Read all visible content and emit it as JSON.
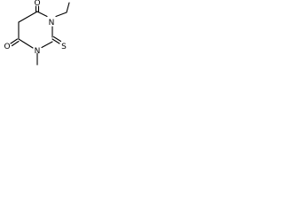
{
  "molecule": {
    "atoms": {
      "o_top": "O",
      "n_ethyl": "N",
      "s_thione": "S",
      "n_methyl": "N",
      "o_bottom": "O"
    },
    "colors": {
      "bond": "#000000",
      "label": "#000000",
      "background": "#ffffff"
    }
  }
}
